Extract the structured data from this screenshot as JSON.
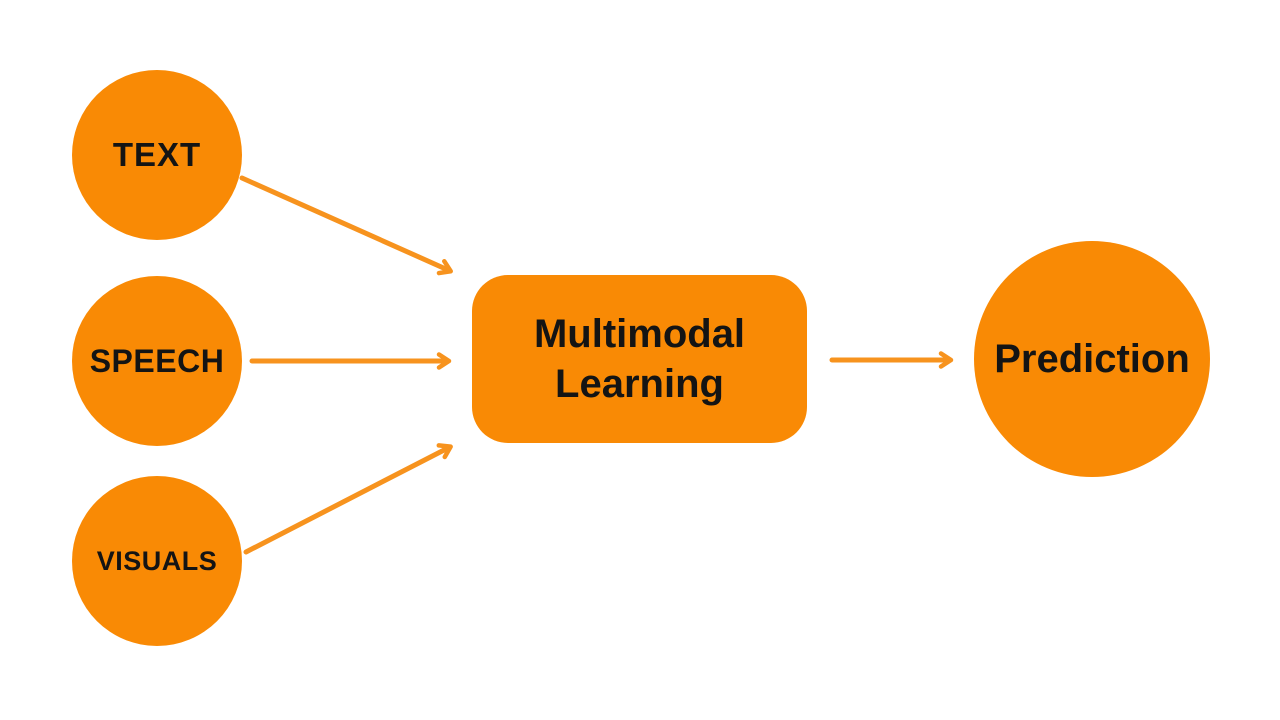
{
  "diagram": {
    "nodes": {
      "text": {
        "label": "TEXT",
        "shape": "circle"
      },
      "speech": {
        "label": "SPEECH",
        "shape": "circle"
      },
      "visuals": {
        "label": "VISUALS",
        "shape": "circle"
      },
      "multimodal_learning": {
        "label": "Multimodal Learning",
        "shape": "rounded-rectangle"
      },
      "prediction": {
        "label": "Prediction",
        "shape": "circle"
      }
    },
    "edges": [
      {
        "from": "TEXT",
        "to": "Multimodal Learning"
      },
      {
        "from": "SPEECH",
        "to": "Multimodal Learning"
      },
      {
        "from": "VISUALS",
        "to": "Multimodal Learning"
      },
      {
        "from": "Multimodal Learning",
        "to": "Prediction"
      }
    ]
  },
  "colors": {
    "shape-fill": "#F98A05",
    "arrow-color": "#F7931E",
    "label-text": "#141414",
    "background": "#FFFFFF"
  }
}
